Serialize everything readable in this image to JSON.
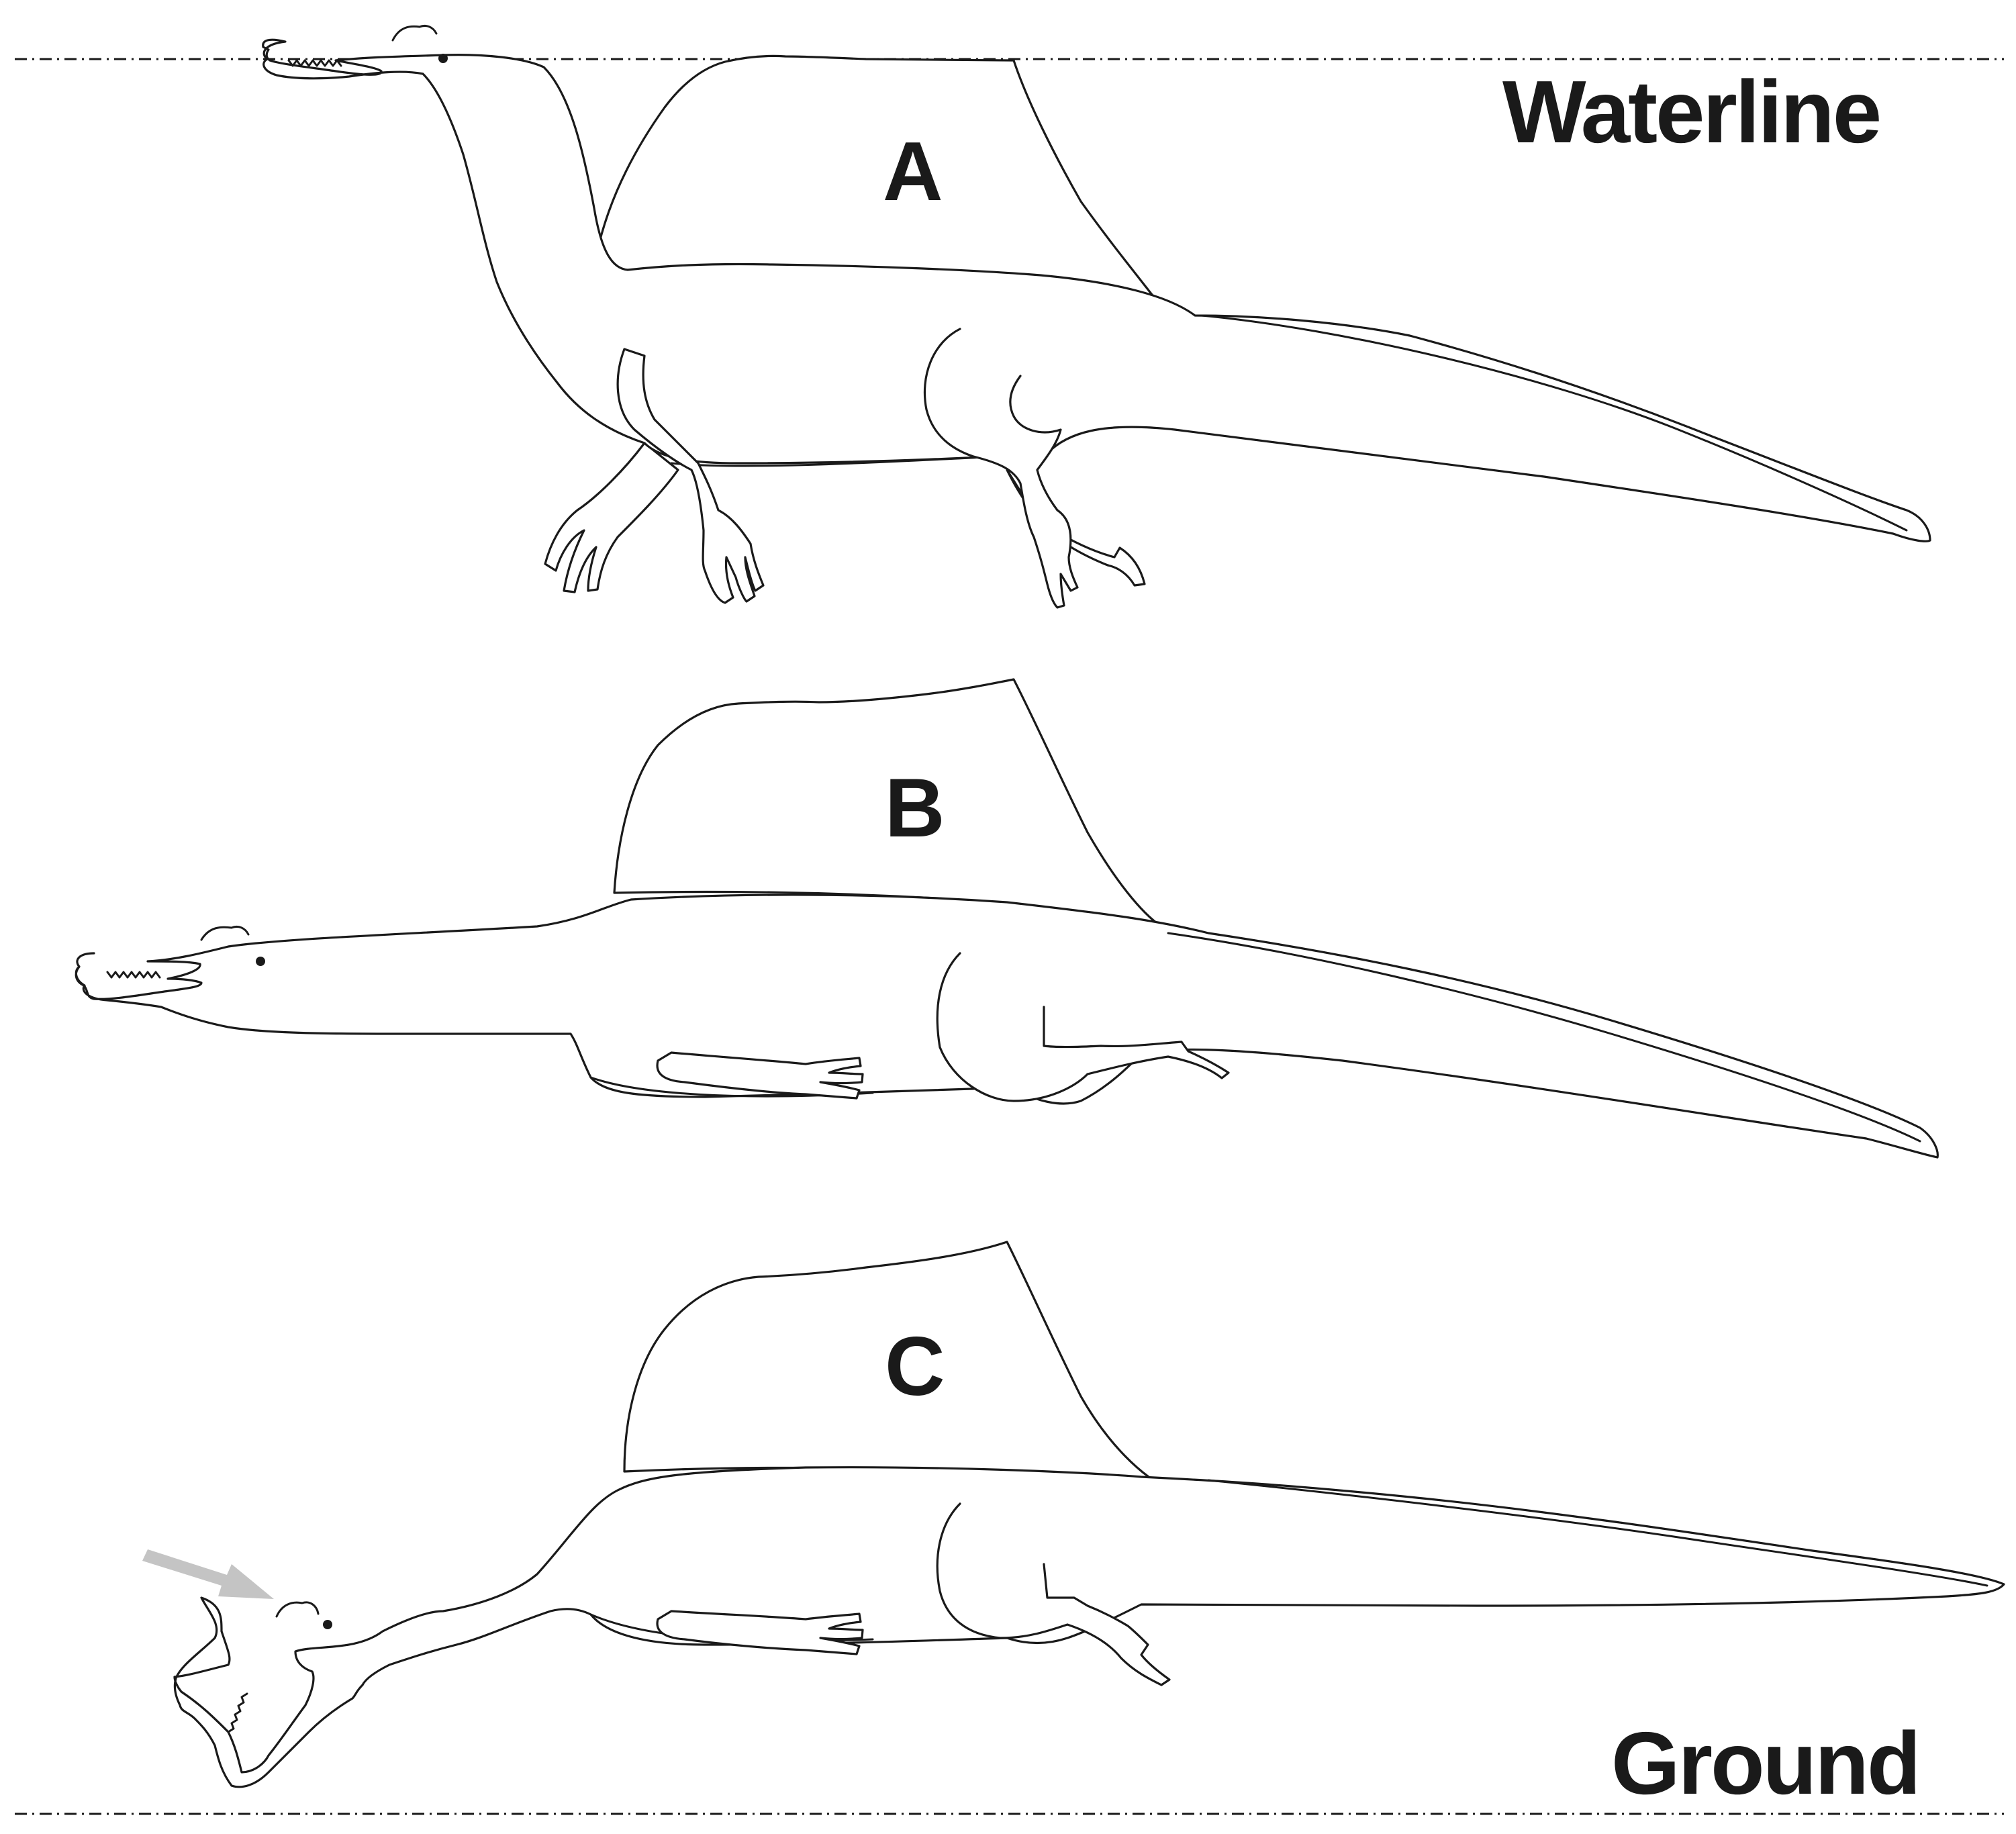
{
  "labels": {
    "waterline": "Waterline",
    "ground": "Ground"
  },
  "panels": [
    {
      "id": "A",
      "letter": "A"
    },
    {
      "id": "B",
      "letter": "B"
    },
    {
      "id": "C",
      "letter": "C"
    }
  ],
  "colors": {
    "stroke": "#1a1a1a",
    "background": "#ffffff",
    "arrow": "#c4c4c4"
  },
  "icons": {
    "pointer": "grey-arrow-icon"
  }
}
